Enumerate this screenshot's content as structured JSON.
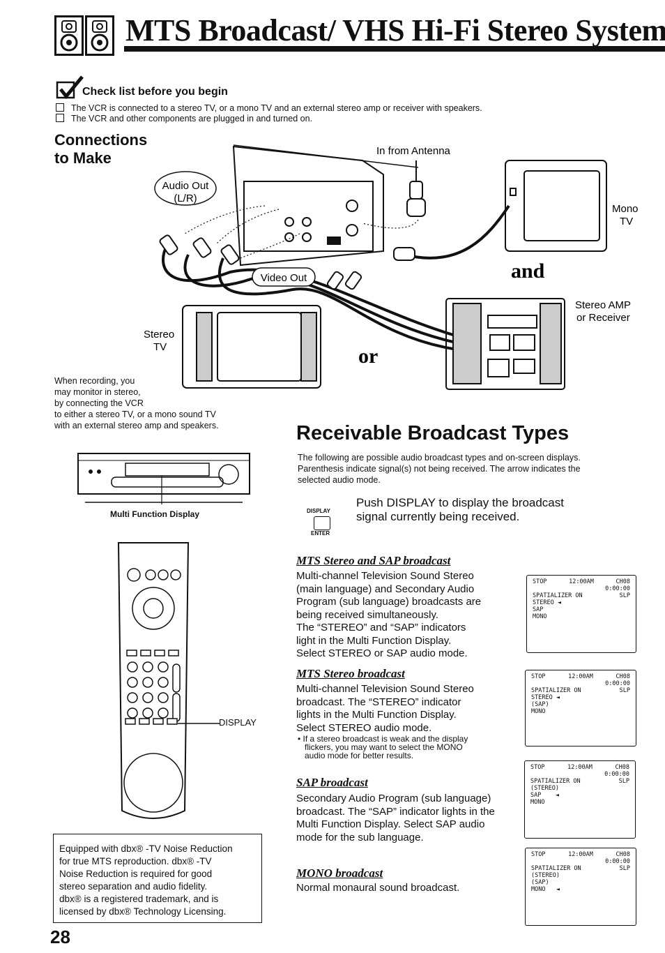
{
  "header": {
    "title": "MTS Broadcast/ VHS Hi-Fi Stereo System"
  },
  "checklist": {
    "heading": "Check list before you begin",
    "items": [
      "The VCR is connected to a stereo TV, or a mono TV and an external stereo amp or receiver with speakers.",
      "The VCR and other components are plugged in and turned on."
    ]
  },
  "connections": {
    "heading_line1": "Connections",
    "heading_line2": "to Make",
    "in_from_antenna": "In from Antenna",
    "audio_out_line1": "Audio Out",
    "audio_out_line2": "(L/R)",
    "video_out": "Video Out",
    "mono_tv_line1": "Mono",
    "mono_tv_line2": "TV",
    "and": "and",
    "or": "or",
    "stereo_amp_line1": "Stereo AMP",
    "stereo_amp_line2": "or Receiver",
    "stereo_tv_line1": "Stereo",
    "stereo_tv_line2": "TV",
    "recording_note": [
      "When recording, you",
      "may monitor in stereo,",
      "by connecting the VCR",
      "to either a stereo TV, or a mono sound TV",
      "with an external stereo amp and speakers."
    ]
  },
  "vcr": {
    "multi_function_display": "Multi Function Display"
  },
  "remote": {
    "display_label": "DISPLAY"
  },
  "dbx_note": {
    "lines": [
      "Equipped with dbx® -TV Noise Reduction",
      "for true MTS reproduction. dbx® -TV",
      "Noise Reduction is required for good",
      "stereo separation and audio fidelity.",
      "dbx® is a registered trademark, and is",
      "licensed by dbx® Technology Licensing."
    ]
  },
  "page_number": "28",
  "receivable": {
    "heading": "Receivable Broadcast Types",
    "intro": [
      "The following are possible audio broadcast types and on-screen displays.",
      "Parenthesis indicate signal(s) not being received. The arrow indicates the",
      "selected audio mode."
    ],
    "display_button_top": "DISPLAY",
    "display_button_bottom": "ENTER",
    "push_display": [
      "Push DISPLAY to display the broadcast",
      "signal currently being received."
    ],
    "sections": [
      {
        "heading": "MTS Stereo and SAP broadcast",
        "lines": [
          "Multi-channel Television Sound Stereo",
          "(main language) and Secondary Audio",
          "Program (sub language) broadcasts are",
          "being received simultaneously.",
          "The “STEREO” and “SAP” indicators",
          "light in the Multi Function Display.",
          "Select STEREO or SAP audio mode."
        ]
      },
      {
        "heading": "MTS Stereo broadcast",
        "lines": [
          "Multi-channel Television Sound Stereo",
          "broadcast. The “STEREO” indicator",
          "lights in the Multi Function Display.",
          "Select STEREO audio mode."
        ],
        "bullet": [
          "• If a stereo broadcast is weak and the display",
          "flickers, you may want to select the MONO",
          "audio mode for better results."
        ]
      },
      {
        "heading": "SAP broadcast",
        "lines": [
          "Secondary Audio Program (sub language)",
          "broadcast. The “SAP” indicator lights in the",
          "Multi Function Display. Select SAP audio",
          "mode for the sub language."
        ]
      },
      {
        "heading": "MONO broadcast",
        "lines": [
          "Normal monaural sound broadcast."
        ]
      }
    ],
    "osd": [
      {
        "stop": "STOP",
        "time": "12:00AM",
        "ch": "CH08",
        "counter": "0:00:00",
        "spatial": "SPATIALIZER ON",
        "slp": "SLP",
        "l1": "STEREO ◄",
        "l2": "SAP",
        "l3": "MONO",
        "l4": ""
      },
      {
        "stop": "STOP",
        "time": "12:00AM",
        "ch": "CH08",
        "counter": "0:00:00",
        "spatial": "SPATIALIZER ON",
        "slp": "SLP",
        "l1": "STEREO ◄",
        "l2": "(SAP)",
        "l3": "MONO",
        "l4": ""
      },
      {
        "stop": "STOP",
        "time": "12:00AM",
        "ch": "CH08",
        "counter": "0:00:00",
        "spatial": "SPATIALIZER ON",
        "slp": "SLP",
        "l1": "(STEREO)",
        "l2": "SAP    ◄",
        "l3": "MONO",
        "l4": ""
      },
      {
        "stop": "STOP",
        "time": "12:00AM",
        "ch": "CH08",
        "counter": "0:00:00",
        "spatial": "SPATIALIZER ON",
        "slp": "SLP",
        "l1": "(STEREO)",
        "l2": "(SAP)",
        "l3": "MONO   ◄",
        "l4": ""
      }
    ]
  }
}
